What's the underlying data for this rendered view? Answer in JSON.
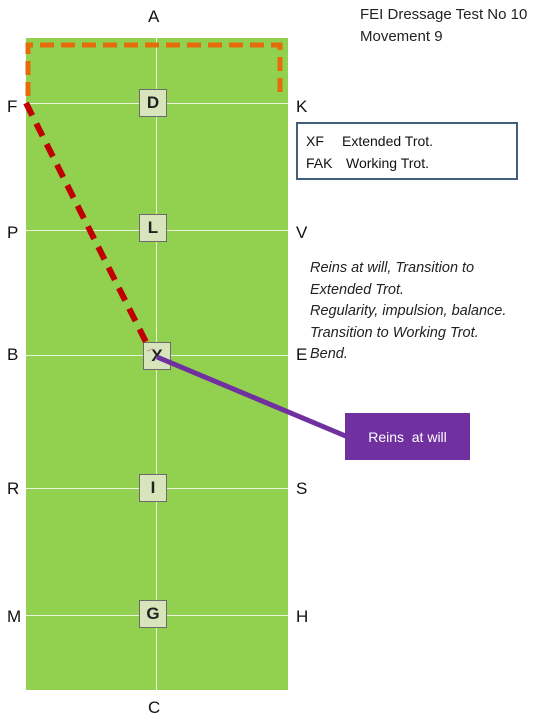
{
  "arena": {
    "letters": {
      "A": "A",
      "C": "C",
      "F": "F",
      "K": "K",
      "P": "P",
      "V": "V",
      "B": "B",
      "E": "E",
      "R": "R",
      "S": "S",
      "M": "M",
      "H": "H"
    },
    "markers": {
      "D": "D",
      "L": "L",
      "X": "X",
      "I": "I",
      "G": "G"
    }
  },
  "title": {
    "line1": "FEI Dressage Test No 10",
    "line2": "Movement 9"
  },
  "movement_box": [
    {
      "code": "XF",
      "text": "Extended Trot."
    },
    {
      "code": "FAK",
      "text": "Working Trot."
    }
  ],
  "notes": [
    "Reins at will, Transition to",
    "Extended Trot.",
    "Regularity, impulsion, balance.",
    "Transition to Working Trot.",
    "Bend."
  ],
  "callout": {
    "label": "Reins  at will"
  },
  "colors": {
    "arena": "#92d050",
    "route_dash": "#c00000",
    "route_orange": "#e46c0a",
    "callout": "#7030a0"
  }
}
